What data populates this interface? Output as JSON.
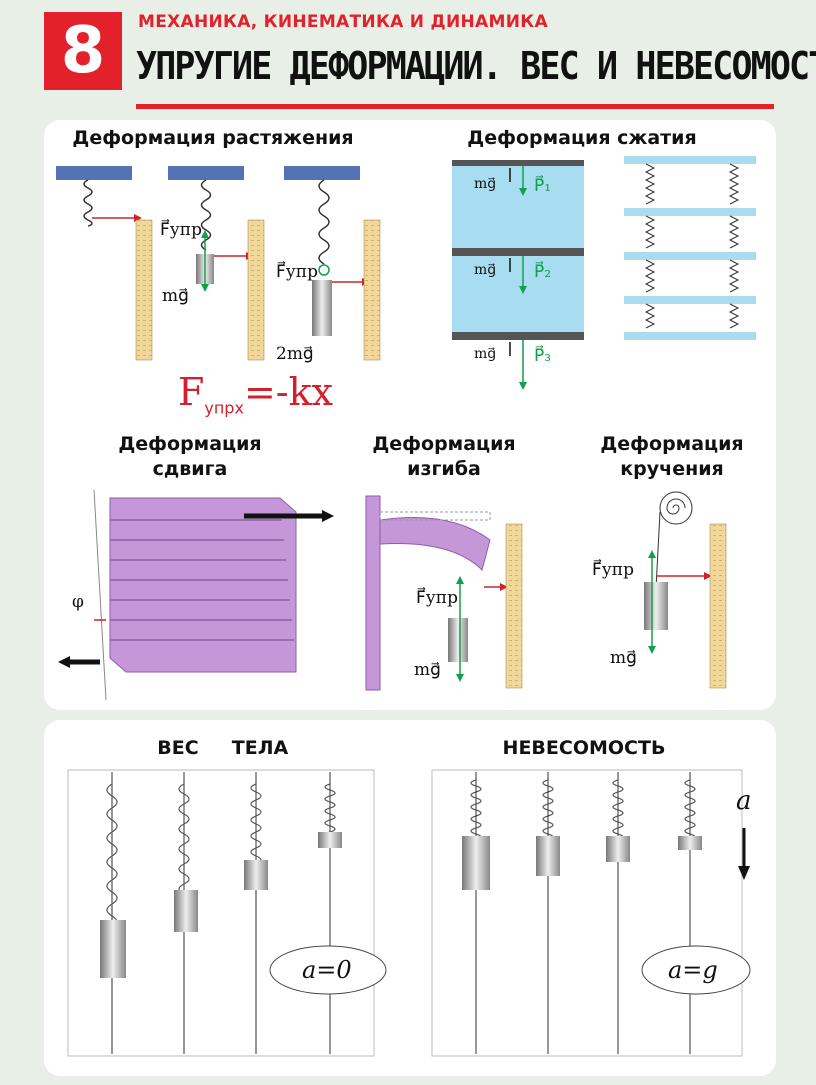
{
  "header": {
    "number": "8",
    "subtitle": "МЕХАНИКА, КИНЕМАТИКА И ДИНАМИКА",
    "title": "УПРУГИЕ ДЕФОРМАЦИИ. ВЕС И НЕВЕСОМОСТЬ"
  },
  "tension": {
    "heading": "Деформация растяжения",
    "f_upr_1": "F⃗упр",
    "mg_1": "mg⃗",
    "f_upr_2": "F⃗упр",
    "mg_2": "2mg⃗",
    "formula_main": "F",
    "formula_sub": "упрx",
    "formula_rest": "=-kx"
  },
  "compression": {
    "heading": "Деформация сжатия",
    "mg_1": "mg⃗",
    "p_1": "P⃗₁",
    "mg_2": "mg⃗",
    "p_2": "P⃗₂",
    "mg_3": "mg⃗",
    "p_3": "P⃗₃"
  },
  "shear": {
    "heading_1": "Деформация",
    "heading_2": "сдвига",
    "phi": "φ"
  },
  "bending": {
    "heading_1": "Деформация",
    "heading_2": "изгиба",
    "f_upr": "F⃗упр",
    "mg": "mg⃗"
  },
  "torsion": {
    "heading_1": "Деформация",
    "heading_2": "кручения",
    "f_upr": "F⃗упр",
    "mg": "mg⃗"
  },
  "weight": {
    "heading_ves": "ВЕС",
    "heading_tela": "ТЕЛА",
    "heading_nevesomost": "НЕВЕСОМОСТЬ",
    "a_zero": "a=0",
    "a_g": "a=g",
    "a_arrow": "a"
  },
  "colors": {
    "accent": "#e3212b",
    "green": "#11a14a",
    "ruler": "#f2d79a",
    "plate": "#a8dcf0",
    "purple": "#c596d8",
    "blue_bar": "#5373b5"
  }
}
